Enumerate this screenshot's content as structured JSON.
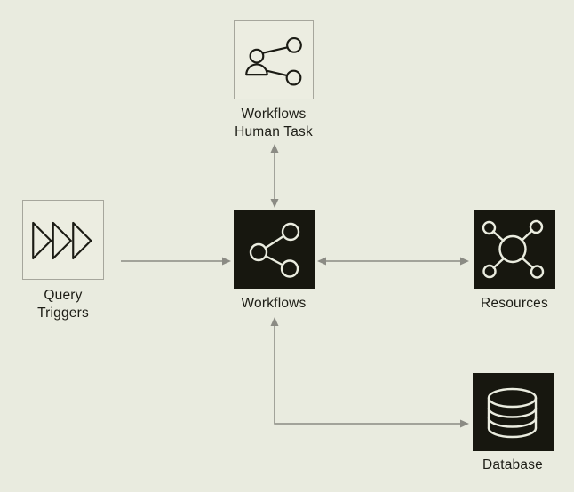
{
  "diagram": {
    "colors": {
      "background": "#e9ebdf",
      "node_dark_fill": "#17170f",
      "node_light_fill": "#ecede1",
      "node_light_border": "#a6a69c",
      "icon_on_dark": "#eaecdf",
      "icon_on_light": "#1b1b14",
      "arrow": "#8b8b84",
      "text": "#1d1d16"
    },
    "nodes": [
      {
        "id": "workflows-human-task",
        "label": "Workflows Human Task",
        "label_lines": [
          "Workflows",
          "Human Task"
        ],
        "icon": "human-task-icon",
        "variant": "light"
      },
      {
        "id": "query-triggers",
        "label": "Query Triggers",
        "label_lines": [
          "Query",
          "Triggers"
        ],
        "icon": "triple-play-icon",
        "variant": "light"
      },
      {
        "id": "workflows",
        "label": "Workflows",
        "label_lines": [
          "Workflows"
        ],
        "icon": "share-nodes-icon",
        "variant": "dark"
      },
      {
        "id": "resources",
        "label": "Resources",
        "label_lines": [
          "Resources"
        ],
        "icon": "network-hub-icon",
        "variant": "dark"
      },
      {
        "id": "database",
        "label": "Database",
        "label_lines": [
          "Database"
        ],
        "icon": "database-cylinder-icon",
        "variant": "dark"
      }
    ],
    "edges": [
      {
        "from": "workflows",
        "to": "workflows-human-task",
        "direction": "bidirectional",
        "shape": "straight"
      },
      {
        "from": "query-triggers",
        "to": "workflows",
        "direction": "one-way",
        "shape": "straight"
      },
      {
        "from": "workflows",
        "to": "resources",
        "direction": "bidirectional",
        "shape": "straight"
      },
      {
        "from": "workflows",
        "to": "database",
        "direction": "one-way",
        "shape": "elbow"
      }
    ]
  }
}
